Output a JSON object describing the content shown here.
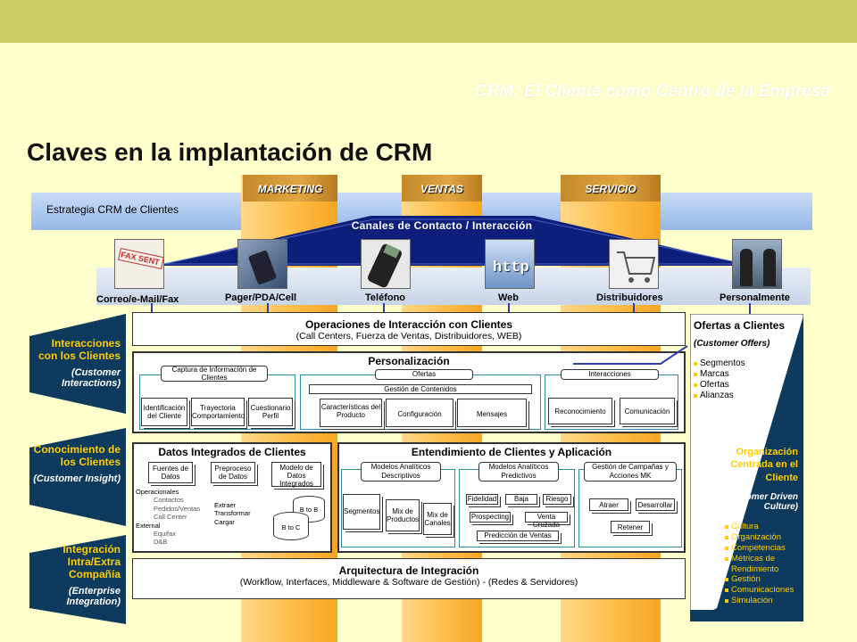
{
  "header": {
    "subtitle": "CRM: El Cliente como Centro de la Empresa",
    "title": "Claves en la implantación de CRM"
  },
  "strategy_label": "Estrategia CRM de Clientes",
  "tabs": [
    "MARKETING",
    "VENTAS",
    "SERVICIO"
  ],
  "roof_label": "Canales de Contacto / Interacción",
  "channels": [
    {
      "label": "Correo/e-Mail/Fax",
      "pic_text": "FAX SENT"
    },
    {
      "label": "Pager/PDA/Cell"
    },
    {
      "label": "Teléfono"
    },
    {
      "label": "Web",
      "pic_text": "http"
    },
    {
      "label": "Distribuidores"
    },
    {
      "label": "Personalmente"
    }
  ],
  "side": [
    {
      "title": "Interacciones con los Clientes",
      "en": "(Customer Interactions)"
    },
    {
      "title": "Conocimiento de los Clientes",
      "en": "(Customer Insight)"
    },
    {
      "title": "Integración Intra/Extra Compañía",
      "en": "(Enterprise Integration)"
    }
  ],
  "operations": {
    "title": "Operaciones de Interacción con Clientes",
    "sub": "(Call Centers, Fuerza de Ventas, Distribuidores, WEB)"
  },
  "personalization": {
    "title": "Personalización",
    "capture": "Captura de Información de Clientes",
    "capture_items": [
      "Identificación del Cliente",
      "Trayectoria Comportamiento",
      "Cuestionario Perfil"
    ],
    "offers": "Ofertas",
    "content": "Gestión de Contenidos",
    "offer_items": [
      "Características del Producto",
      "Configuración",
      "Mensajes"
    ],
    "interactions": "Interacciones",
    "interaction_items": [
      "Reconocimiento",
      "Comunicación"
    ]
  },
  "integrated_data": {
    "title": "Datos Integrados de Clientes",
    "items": [
      "Fuentes de Datos",
      "Preproceso de Datos",
      "Modelo de Datos Integrados"
    ],
    "sources": [
      "Operacionales",
      "Contactos",
      "Pedidos/Ventas",
      "Call Center",
      "External",
      "Equifax",
      "D&B"
    ],
    "preprocess": [
      "Extraer",
      "Transformar",
      "Cargar"
    ],
    "cylinders": [
      "B to B",
      "B to C"
    ]
  },
  "understanding": {
    "title": "Entendimiento de Clientes y Aplicación",
    "descriptive": "Modelos Analíticos Descriptivos",
    "descriptive_items": [
      "Segmentos",
      "Mix de Productos",
      "Mix de Canales"
    ],
    "predictive": "Modelos Analíticos Predictivos",
    "predictive_items": [
      "Fidelidad",
      "Baja",
      "Riesgo",
      "Prospecting",
      "Venta Cruzada",
      "Predicción de Ventas"
    ],
    "campaigns": "Gestión de Campañas y Acciones MK",
    "campaign_items": [
      "Atraer",
      "Desarrollar",
      "Retener"
    ]
  },
  "architecture": {
    "title": "Arquitectura de Integración",
    "sub": "(Workflow, Interfaces, Middleware & Software de Gestión) -  (Redes & Servidores)"
  },
  "right": {
    "offers_title": "Ofertas a Clientes",
    "offers_en": "(Customer Offers)",
    "offers_items": [
      "Segmentos",
      "Marcas",
      "Ofertas",
      "Alianzas"
    ],
    "org_title": "Organización Centrada en el Cliente",
    "org_en": "(Customer Driven Culture)",
    "org_items": [
      "Cultura",
      "Organización",
      "Competencias",
      "Métricas de Rendimiento",
      "Gestión",
      "Comunicaciones",
      "Simulación"
    ]
  }
}
